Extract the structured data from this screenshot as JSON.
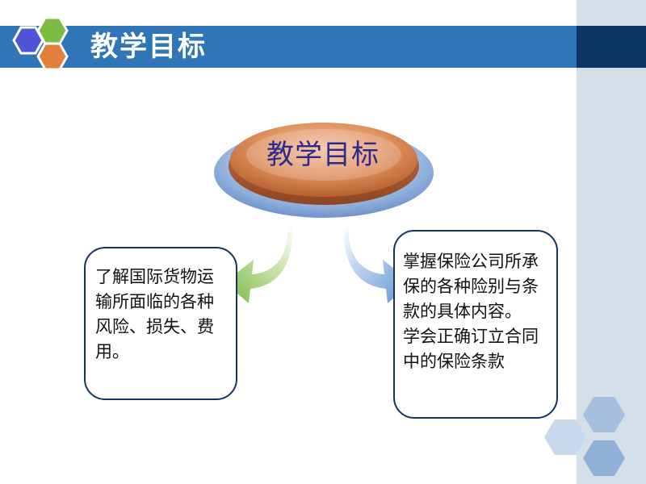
{
  "header": {
    "title": "教学目标"
  },
  "center": {
    "label": "教学目标"
  },
  "left_box": {
    "text": "了解国际货物运输所面临的各种风险、损失、费用。"
  },
  "right_box": {
    "paragraph1": "掌握保险公司所承保的各种险别与条款的具体内容。",
    "paragraph2": "学会正确订立合同中的保险条款"
  },
  "colors": {
    "title_bar": "#2f75b8",
    "dark_accent": "#0c3566",
    "side_strip": "#d5dfe9",
    "hex_blue": "#4f55d6",
    "hex_green": "#7cbc43",
    "hex_orange": "#e27f3c",
    "badge_orange": "#d98252",
    "badge_base": "#8fb0dd",
    "arrow_green": "#8cc258",
    "arrow_blue": "#6a9fd8"
  },
  "icons": [
    "hexagon-cluster-icon",
    "green-curved-arrow-icon",
    "blue-curved-arrow-icon",
    "decorative-hexagons-icon"
  ]
}
